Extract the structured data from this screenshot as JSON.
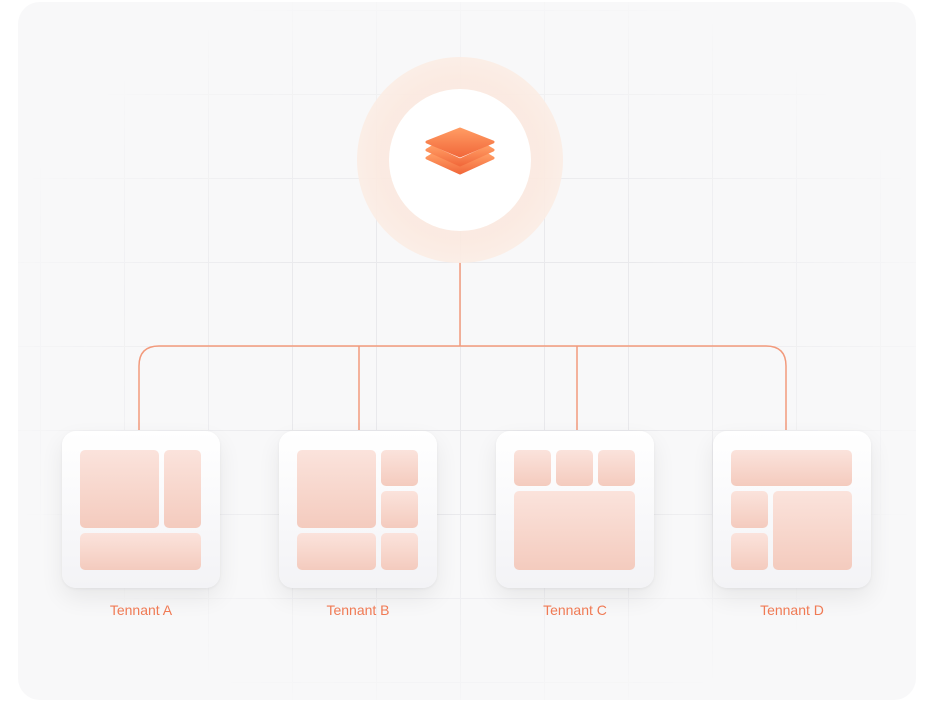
{
  "diagram": {
    "hub_icon": "layers-icon",
    "accent_color": "#f07a54",
    "tenants": [
      {
        "label": "Tennant A",
        "layout": "a"
      },
      {
        "label": "Tennant B",
        "layout": "b"
      },
      {
        "label": "Tennant C",
        "layout": "c"
      },
      {
        "label": "Tennant D",
        "layout": "d"
      }
    ]
  }
}
